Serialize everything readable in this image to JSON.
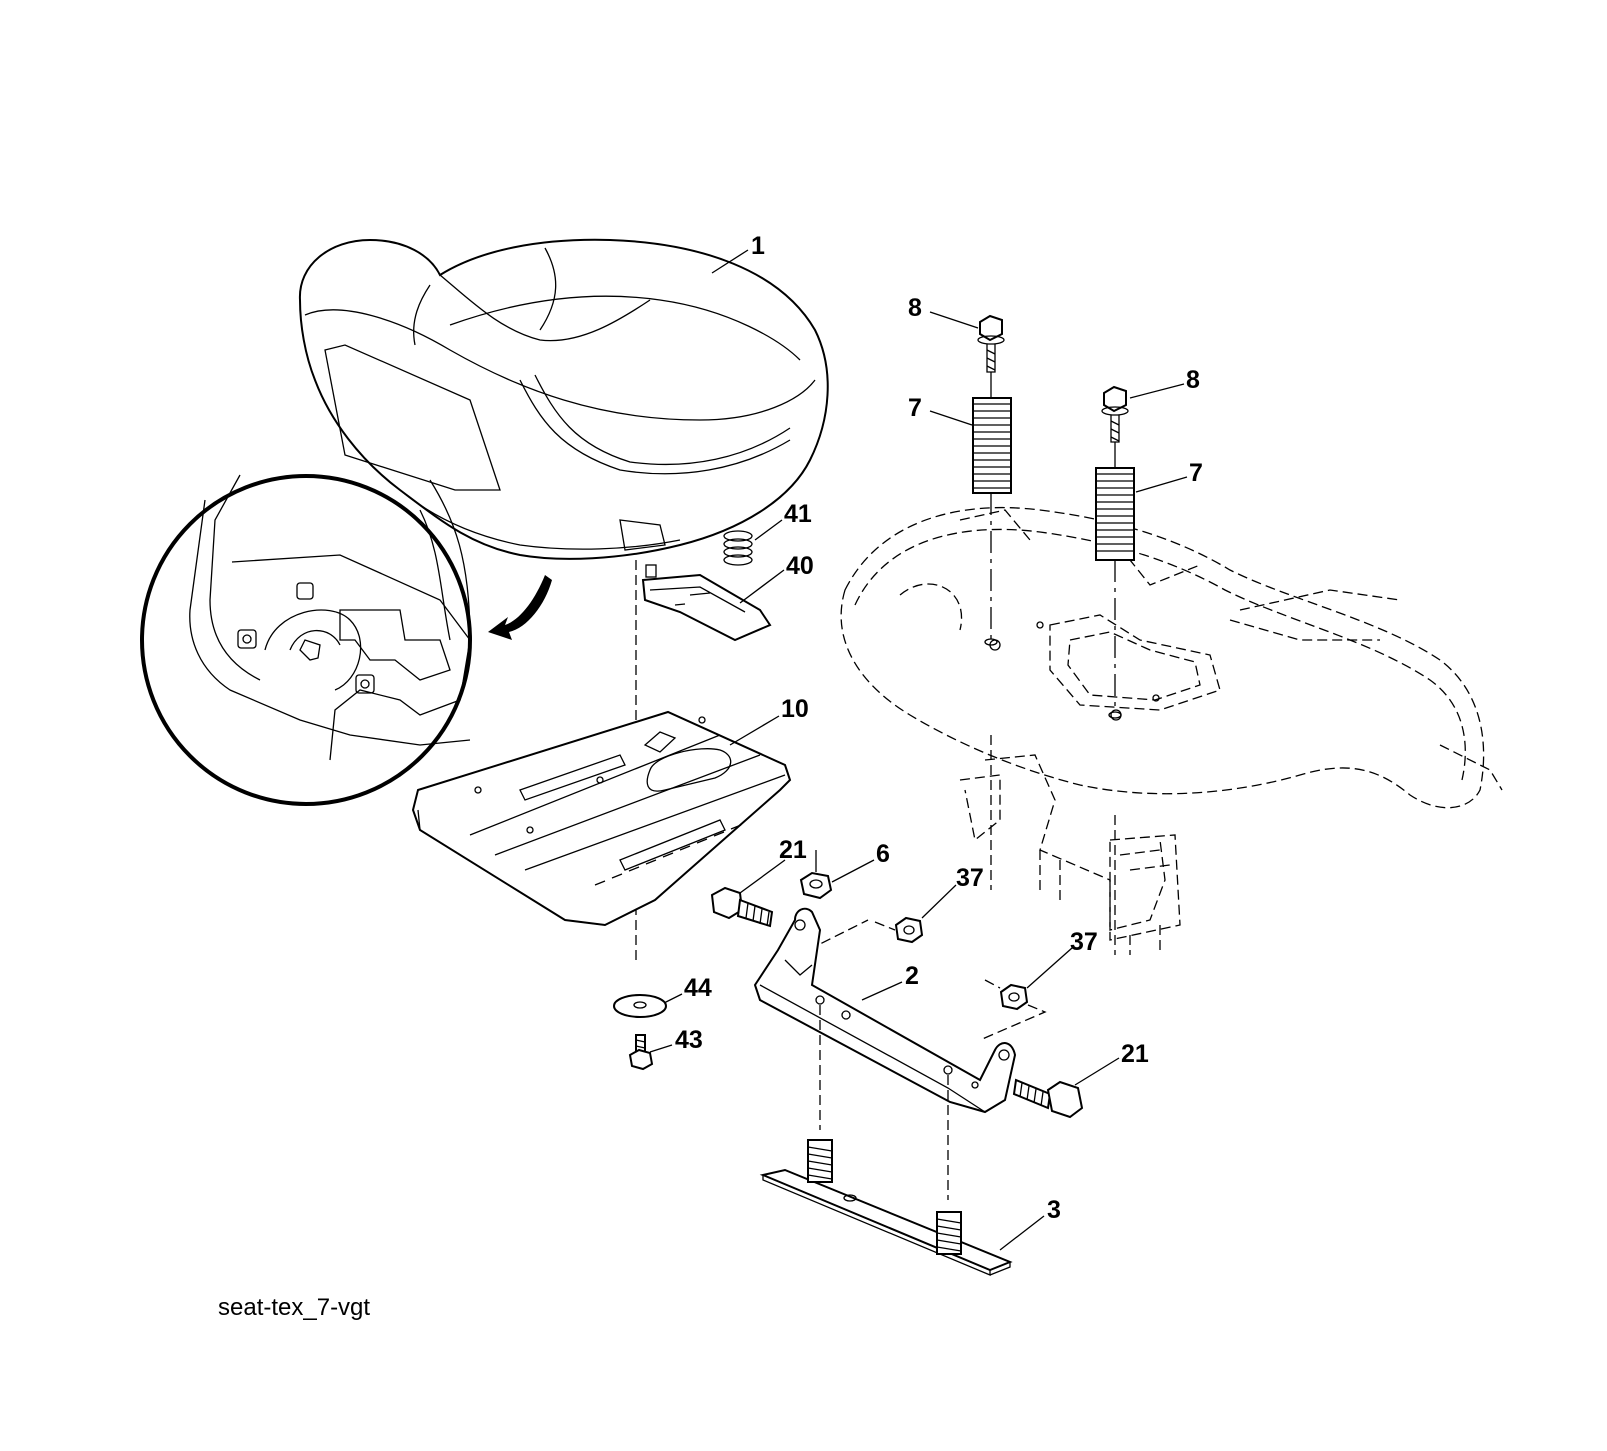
{
  "diagram": {
    "caption": "seat-tex_7-vgt",
    "callouts": [
      {
        "id": "c1",
        "label": "1"
      },
      {
        "id": "c8a",
        "label": "8"
      },
      {
        "id": "c8b",
        "label": "8"
      },
      {
        "id": "c7a",
        "label": "7"
      },
      {
        "id": "c7b",
        "label": "7"
      },
      {
        "id": "c41",
        "label": "41"
      },
      {
        "id": "c40",
        "label": "40"
      },
      {
        "id": "c10",
        "label": "10"
      },
      {
        "id": "c21a",
        "label": "21"
      },
      {
        "id": "c6",
        "label": "6"
      },
      {
        "id": "c37a",
        "label": "37"
      },
      {
        "id": "c37b",
        "label": "37"
      },
      {
        "id": "c2",
        "label": "2"
      },
      {
        "id": "c44",
        "label": "44"
      },
      {
        "id": "c43",
        "label": "43"
      },
      {
        "id": "c21b",
        "label": "21"
      },
      {
        "id": "c3",
        "label": "3"
      }
    ]
  }
}
